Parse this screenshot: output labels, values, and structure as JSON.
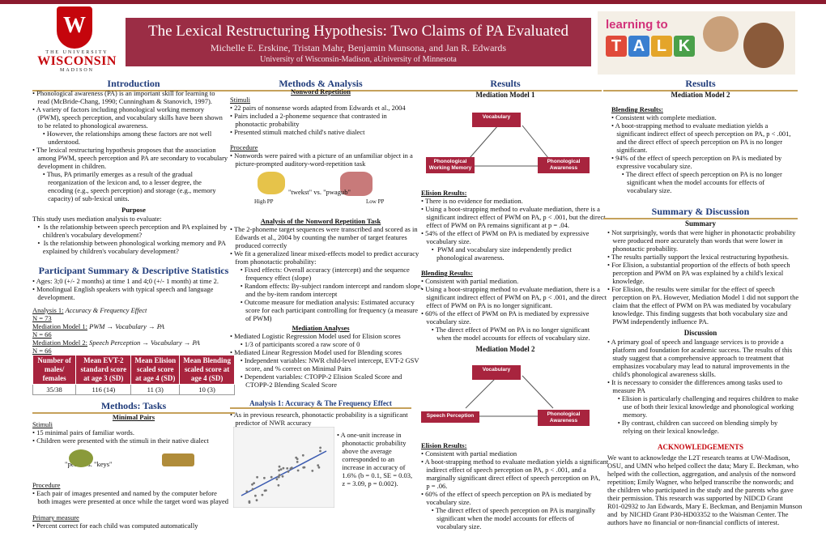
{
  "header": {
    "title": "The Lexical Restructuring Hypothesis: Two Claims of PA Evaluated",
    "authors": "Michelle E. Erskine, Tristan Mahr, Benjamin Munsona, and Jan R. Edwards",
    "affiliation": "University of Wisconsin-Madison, aUniversity of Minnesota",
    "uw_top": "THE UNIVERSITY",
    "uw_name": "WISCONSIN",
    "uw_bottom": "MADISON",
    "crest_letter": "W",
    "logo_word": "learning to",
    "logo_letters": [
      "T",
      "A",
      "L",
      "K"
    ]
  },
  "intro": {
    "heading": "Introduction",
    "lines": [
      "• Phonological awareness (PA) is an important skill for learning to",
      "   read (McBride-Chang, 1990; Cunningham & Stanovich, 1997).",
      "• A variety of factors including phonological working memory",
      "   (PWM), speech perception, and vocabulary skills have been shown",
      "   to be related to phonological awareness.",
      "      • However, the relationships among these factors are not well",
      "         understood.",
      "• The lexical restructuring hypothesis proposes that the association",
      "   among PWM, speech perception and PA are secondary to vocabulary",
      "   development in children.",
      "      • Thus, PA primarily emerges as a result of the gradual",
      "         reorganization of the lexicon and, to a lesser degree, the",
      "         encoding (e.g., speech perception) and storage (e.g., memory",
      "         capacity) of sub-lexical units."
    ],
    "purpose_heading": "Purpose",
    "purpose_lines": [
      "This study uses mediation analysis to evaluate:",
      "   •  Is the relationship between speech perception and PA explained by",
      "      children's vocabulary development?",
      "   •  Is the relationship between phonological working memory and PA",
      "      explained by children's vocabulary development?"
    ]
  },
  "participants": {
    "heading": "Participant Summary & Descriptive Statistics",
    "lines": [
      "• Ages: 3;0 (+/- 2 months) at time 1 and 4;0 (+/- 1 month) at time 2.",
      "• Monolingual English speakers with typical speech and language",
      "   development."
    ],
    "analyses": [
      {
        "label": "Analysis 1:",
        "text": " Accuracy & Frequency Effect"
      },
      {
        "label": "N = 73",
        "text": ""
      },
      {
        "label": "Mediation Model 1:",
        "text": " PWM → Vocabulary → PA"
      },
      {
        "label": "N = 66",
        "text": ""
      },
      {
        "label": "Mediation Model 2:",
        "text": " Speech Perception → Vocabulary → PA"
      },
      {
        "label": "N = 66",
        "text": ""
      }
    ],
    "table": {
      "headers": [
        "Number of males/ females",
        "Mean EVT-2 standard score at age 3 (SD)",
        "Mean Elision scaled score at age 4 (SD)",
        "Mean Blending scaled score at age 4 (SD)"
      ],
      "row": [
        "35/38",
        "116 (14)",
        "11 (3)",
        "10 (3)"
      ]
    }
  },
  "methods_tasks": {
    "heading": "Methods: Tasks",
    "minimal_pairs": "Minimal Pairs",
    "stimuli_label": "Stimuli",
    "stimuli_lines": [
      "• 15 minimal pairs of familiar words.",
      "• Children were presented with the stimuli in their native dialect"
    ],
    "pair_caption": "\"peas\" vs. \"keys\"",
    "procedure_label": "Procedure",
    "procedure_lines": [
      "• Each pair of images presented and named by the computer before",
      "   both images were presented at once while the target word was played"
    ],
    "primary_label": "Primary measure",
    "primary_lines": [
      "• Percent correct for each child was computed automatically"
    ]
  },
  "methods": {
    "heading": "Methods & Analysis",
    "nonword_heading": "Nonword Repetition",
    "stimuli_label": "Stimuli",
    "stimuli_lines": [
      "• 22 pairs of nonsense words adapted from Edwards et al., 2004",
      "• Pairs included a 2-phoneme sequence that contrasted in",
      "   phonotactic probability",
      "• Presented stimuli matched child's native dialect"
    ],
    "procedure_label": "Procedure",
    "procedure_lines": [
      "• Nonwords were paired with a picture of an unfamiliar object in a",
      "   picture-prompted auditory-word-repetition task"
    ],
    "nonword_example": "\"twekst\" vs. \"pwagub\"",
    "high_pp": "High PP",
    "low_pp": "Low PP",
    "analysis_heading": "Analysis of the Nonword Repetition Task",
    "analysis_lines": [
      "• The 2-phoneme target sequences were transcribed and scored as in",
      "   Edwards et al., 2004 by counting the number of target features",
      "   produced correctly",
      "• We fit a generalized linear mixed-effects model to predict accuracy",
      "   from phonotactic probability:",
      "      • Fixed effects: Overall accuracy (intercept) and the sequence",
      "         frequency effect (slope)",
      "      • Random effects: By-subject random intercept and random slope,",
      "         and the by-item random intercept",
      "      • Outcome measure for mediation analysis: Estimated accuracy",
      "         score for each participant controlling for frequency (a measure",
      "         of PWM)"
    ],
    "mediation_heading": "Mediation Analyses",
    "mediation_lines": [
      "• Mediated Logistic Regression Model used for Elision scores",
      "      • 1/3 of participants scored a raw score of 0",
      "• Mediated Linear Regression Model used for Blending scores",
      "      • Independent variables: NWR child-level intercept, EVT-2 GSV",
      "         score, and % correct on Minimal Pairs",
      "      • Dependent variables: CTOPP-2 Elision Scaled Score and",
      "         CTOPP-2 Blending Scaled Score"
    ],
    "analysis1_heading": "Analysis 1: Accuracy & The Frequency Effect",
    "analysis1_lines": [
      "• As in previous research, phonotactic probability is a significant",
      "   predictor of NWR accuracy"
    ],
    "analysis1_side": [
      "• A one-unit increase in",
      "   phonotactic probability",
      "   above the average",
      "   corresponded to an",
      "   increase in accuracy of",
      "   1.6% (b = 0.1, SE = 0.03,",
      "   z = 3.09, p = 0.002)."
    ]
  },
  "results": {
    "heading": "Results",
    "model1_title": "Mediation Model 1",
    "model1_nodes": {
      "mediator": "Vocabulary",
      "left": "Phonological Working Memory",
      "right": "Phonological Awareness"
    },
    "elision1_label": "Elision Results:",
    "elision1_lines": [
      "• There is no evidence for mediation.",
      "• Using a boot-strapping method to evaluate mediation, there is a",
      "   significant indirect effect of PWM on PA, p < .001, but the direct",
      "   effect of PWM on PA remains significant at p = .04.",
      "• 54% of the effect of PWM on PA is mediated by expressive",
      "   vocabulary size.",
      "      •  PWM and vocabulary size independently predict",
      "         phonological awareness."
    ],
    "blending1_label": "Blending Results:",
    "blending1_lines": [
      "• Consistent with partial mediation.",
      "• Using a boot-strapping method to evaluate mediation, there is a",
      "   significant indirect effect of PWM on PA, p < .001, and the direct",
      "   effect of PWM on PA is no longer significant.",
      "• 60% of the effect of PWM on PA is mediated by expressive",
      "   vocabulary size.",
      "      • The direct effect of PWM on PA is no longer significant",
      "         when the model accounts for effects of vocabulary size."
    ],
    "model2_title": "Mediation Model 2",
    "model2_nodes": {
      "mediator": "Vocabulary",
      "left": "Speech Perception",
      "right": "Phonological Awareness"
    },
    "elision2_label": "Elision Results:",
    "elision2_lines": [
      "• Consistent with partial mediation",
      "• A boot-strapping method to evaluate mediation yields a significant",
      "   indirect effect of speech perception on PA, p < .001, and a",
      "   marginally significant direct effect of speech perception on PA,",
      "   p = .06.",
      "• 60% of the effect of speech perception on PA is mediated by",
      "   vocabulary size.",
      "      • The direct effect of speech perception on PA is marginally",
      "         significant when the model accounts for effects of",
      "         vocabulary size."
    ]
  },
  "results2": {
    "heading": "Results",
    "model2_title": "Mediation Model 2",
    "blending_label": "Blending Results:",
    "blending_lines": [
      "• Consistent with complete mediation.",
      "• A boot-strapping method to evaluate mediation yields a",
      "   significant indirect effect of speech perception on PA, p < .001,",
      "   and the direct effect of speech perception on PA is no longer",
      "   significant.",
      "• 94% of the effect of speech perception on PA is mediated by",
      "   expressive vocabulary size.",
      "      • The direct effect of speech perception on PA is no longer",
      "         significant when the model accounts for effects of",
      "         vocabulary size."
    ]
  },
  "summary": {
    "heading": "Summary & Discussion",
    "summary_title": "Summary",
    "summary_lines": [
      "• Not surprisingly, words that were higher in phonotactic probability",
      "   were produced more accurately than words that were lower in",
      "   phonotactic probability.",
      "• The results partially support the lexical restructuring hypothesis.",
      "• For Elision, a substantial proportion of the effects of both speech",
      "   perception and PWM on PA was explained by a child's lexical",
      "   knowledge.",
      "• For Elision, the results were similar for the effect of speech",
      "   perception on PA. However, Mediation Model 1 did not support the",
      "   claim that the effect of PWM on PA was mediated by vocabulary",
      "   knowledge. This finding suggests that both vocabulary size and",
      "   PWM independently influence PA."
    ],
    "discussion_title": "Discussion",
    "discussion_lines": [
      "• A primary goal of speech and language services is to provide a",
      "   platform and foundation for academic success. The results of this",
      "   study suggest that a comprehensive approach to treatment that",
      "   emphasizes vocabulary may lead to natural improvements in the",
      "   child's phonological awareness skills.",
      "• It is necessary to consider the differences among tasks used to",
      "   measure PA",
      "      • Elision is particularly challenging and requires children to make",
      "         use of both their lexical knowledge and phonological working",
      "         memory.",
      "      • By contrast, children can succeed on blending simply by",
      "         relying on their lexical knowledge."
    ],
    "ack_title": "ACKNOWLEDGEMENTS",
    "ack_lines": [
      "We want to acknowledge the L2T research teams at UW-Madison,",
      "OSU, and UMN who helped collect the data; Mary E. Beckman, who",
      "helped with the collection, aggregation, and analysis of the nonword",
      "repetition; Emily Wagner, who helped transcribe the nonwords; and",
      "the children who participated in the study and the parents who gave",
      "their permission. This research was supported by NIDCD Grant",
      "R01-02932 to Jan Edwards, Mary E. Beckman, and Benjamin Munson",
      "and  by NICHD Grant P30-HD03352 to the Waisman Center. The",
      "authors have no financial or non-financial conflicts of interest."
    ]
  },
  "colors": {
    "maroon": "#9b2d45",
    "node": "#a8243e",
    "heading": "#1f3b7a",
    "uw_red": "#c5050c"
  }
}
